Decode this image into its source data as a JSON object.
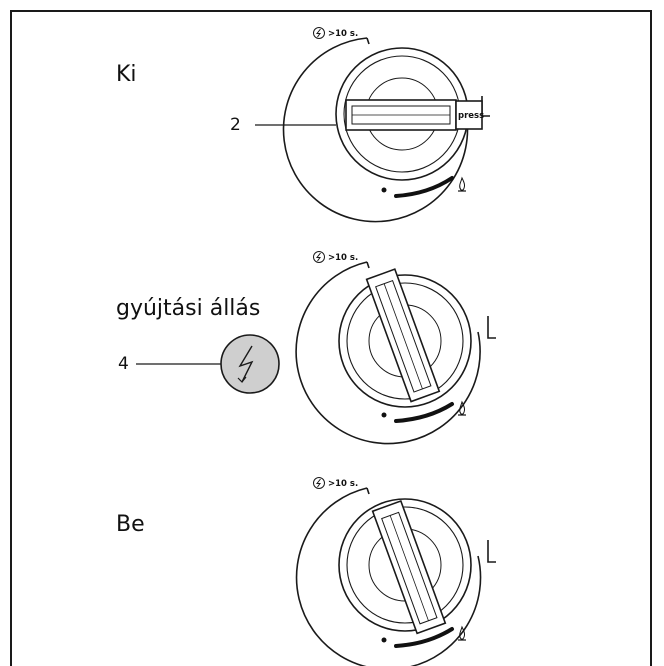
{
  "panels": [
    {
      "state_label": "Ki",
      "callout_number": "2",
      "time_label": ">10 s.",
      "press_label": "press"
    },
    {
      "state_label": "gyújtási állás",
      "callout_number": "4",
      "time_label": ">10 s."
    },
    {
      "state_label": "Be",
      "time_label": ">10 s."
    }
  ],
  "icons": [
    "ignition-lightning-icon",
    "flame-icon",
    "dot-marker-icon"
  ],
  "colors": {
    "line": "#1a1a1a",
    "ignition_fill": "#cfcfcf"
  }
}
